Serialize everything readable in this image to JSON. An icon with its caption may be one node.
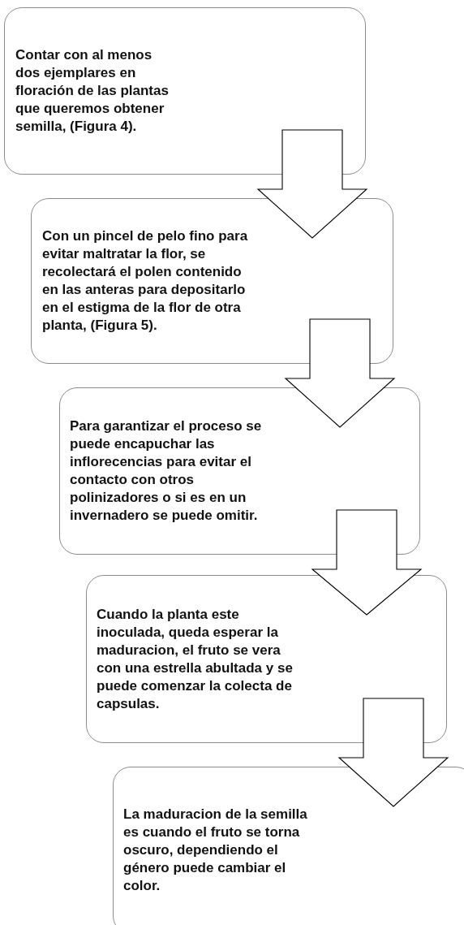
{
  "diagram": {
    "nodes": [
      {
        "text": [
          "Contar con al menos dos ejemplares en floración de las plantas que queremos obtener semilla, (Figura 4)."
        ]
      },
      {
        "text": [
          "Con un pincel de pelo fino para evitar maltratar la flor, se recolectará el polen contenido en las anteras para depositarlo en el estigma de la flor de otra planta, (Figura 5)."
        ]
      },
      {
        "text": [
          "Para garantizar el proceso se puede encapuchar las inflorecencias para evitar el contacto con otros polinizadores o si es en un invernadero se puede omitir."
        ]
      },
      {
        "text": [
          "Cuando la planta este inoculada, queda esperar la maduracion, el fruto se vera con una estrella abultada y se puede comenzar la colecta de capsulas."
        ]
      },
      {
        "text": [
          "La maduracion de la semilla es cuando el fruto se torna oscuro, dependiendo el género puede cambiar el color."
        ]
      }
    ],
    "edges": [
      {
        "from": 0,
        "to": 1,
        "arrow": "to"
      },
      {
        "from": 1,
        "to": 2,
        "arrow": "to"
      },
      {
        "from": 2,
        "to": 3,
        "arrow": "to"
      },
      {
        "from": 3,
        "to": 4,
        "arrow": "to"
      }
    ]
  }
}
